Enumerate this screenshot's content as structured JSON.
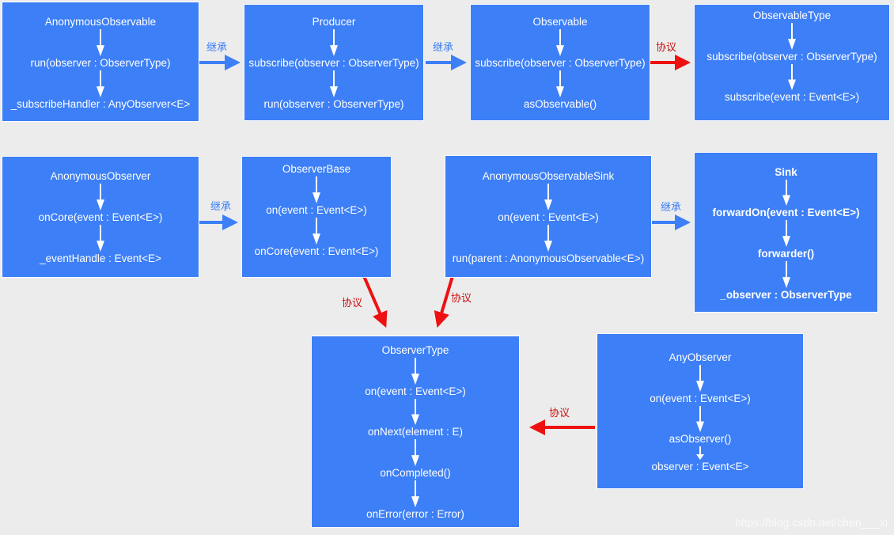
{
  "colors": {
    "box": "#3d7ff6",
    "inherit_arrow": "#3d7ff6",
    "protocol_arrow": "#ee1111",
    "inherit_label": "#3d7ff6",
    "protocol_label": "#cc1111",
    "background": "#ececec"
  },
  "relation_labels": {
    "inherit": "继承",
    "protocol": "协议"
  },
  "boxes": [
    {
      "id": "anonymous-observable",
      "bold": false,
      "lines": [
        "AnonymousObservable",
        "run(observer : ObserverType)",
        "_subscribeHandler : AnyObserver<E>"
      ]
    },
    {
      "id": "producer",
      "bold": false,
      "lines": [
        "Producer",
        "subscribe(observer : ObserverType)",
        "run(observer : ObserverType)"
      ]
    },
    {
      "id": "observable",
      "bold": false,
      "lines": [
        "Observable",
        "subscribe(observer : ObserverType)",
        "asObservable()"
      ]
    },
    {
      "id": "observable-type",
      "bold": false,
      "lines": [
        "ObservableType",
        "subscribe(observer : ObserverType)",
        "subscribe(event : Event<E>)"
      ]
    },
    {
      "id": "anonymous-observer",
      "bold": false,
      "lines": [
        "AnonymousObserver",
        "onCore(event : Event<E>)",
        "_eventHandle : Event<E>"
      ]
    },
    {
      "id": "observer-base",
      "bold": false,
      "lines": [
        "ObserverBase",
        "on(event : Event<E>)",
        "onCore(event : Event<E>)"
      ]
    },
    {
      "id": "anonymous-observable-sink",
      "bold": false,
      "lines": [
        "AnonymousObservableSink",
        "on(event : Event<E>)",
        "run(parent : AnonymousObservable<E>)"
      ]
    },
    {
      "id": "sink",
      "bold": true,
      "lines": [
        "Sink",
        "forwardOn(event : Event<E>)",
        "forwarder()",
        "_observer : ObserverType"
      ]
    },
    {
      "id": "observer-type",
      "bold": false,
      "lines": [
        "ObserverType",
        "on(event : Event<E>)",
        "onNext(element : E)",
        "onCompleted()",
        "onError(error : Error)"
      ]
    },
    {
      "id": "any-observer",
      "bold": false,
      "lines": [
        "AnyObserver",
        "on(event : Event<E>)",
        "asObserver()",
        "observer : Event<E>"
      ]
    }
  ],
  "relations": [
    {
      "id": "anonymous-observable-to-producer",
      "from": "anonymous-observable",
      "to": "producer",
      "kind": "inherit"
    },
    {
      "id": "producer-to-observable",
      "from": "producer",
      "to": "observable",
      "kind": "inherit"
    },
    {
      "id": "observable-to-observable-type",
      "from": "observable",
      "to": "observable-type",
      "kind": "protocol"
    },
    {
      "id": "anonymous-observer-to-observer-base",
      "from": "anonymous-observer",
      "to": "observer-base",
      "kind": "inherit"
    },
    {
      "id": "anonymous-observable-sink-to-sink",
      "from": "anonymous-observable-sink",
      "to": "sink",
      "kind": "inherit"
    },
    {
      "id": "observer-base-to-observer-type",
      "from": "observer-base",
      "to": "observer-type",
      "kind": "protocol"
    },
    {
      "id": "anonymous-observable-sink-to-observer-type",
      "from": "anonymous-observable-sink",
      "to": "observer-type",
      "kind": "protocol"
    },
    {
      "id": "any-observer-to-observer-type",
      "from": "any-observer",
      "to": "observer-type",
      "kind": "protocol"
    }
  ],
  "watermark": "https://blog.csdn.net/chen___xi"
}
